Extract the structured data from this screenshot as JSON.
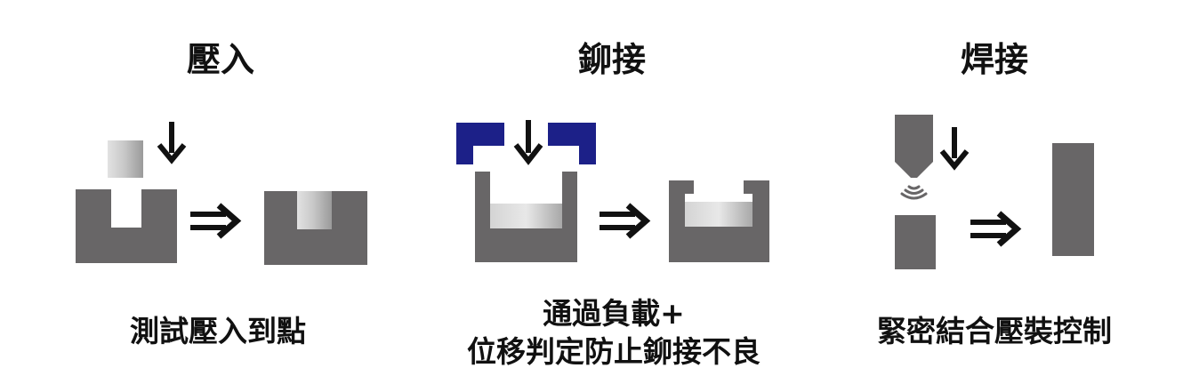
{
  "colors": {
    "part": "#686667",
    "clamp": "#1c2088",
    "arrow": "#111111",
    "metal_light": "#e0e0e0",
    "metal_dark": "#9c9c9c"
  },
  "panels": [
    {
      "id": "press-fit",
      "title": "壓入",
      "caption": [
        "測試壓入到點"
      ]
    },
    {
      "id": "riveting",
      "title": "鉚接",
      "caption": [
        "通過負載+",
        "位移判定防止鉚接不良"
      ]
    },
    {
      "id": "welding",
      "title": "焊接",
      "caption": [
        "緊密結合壓裝控制"
      ]
    }
  ],
  "icons": {
    "press_arrow": "down-arrow-icon",
    "transition_arrow": "double-right-arrow-icon",
    "ultrasonic": "ultrasonic-wave-icon"
  }
}
